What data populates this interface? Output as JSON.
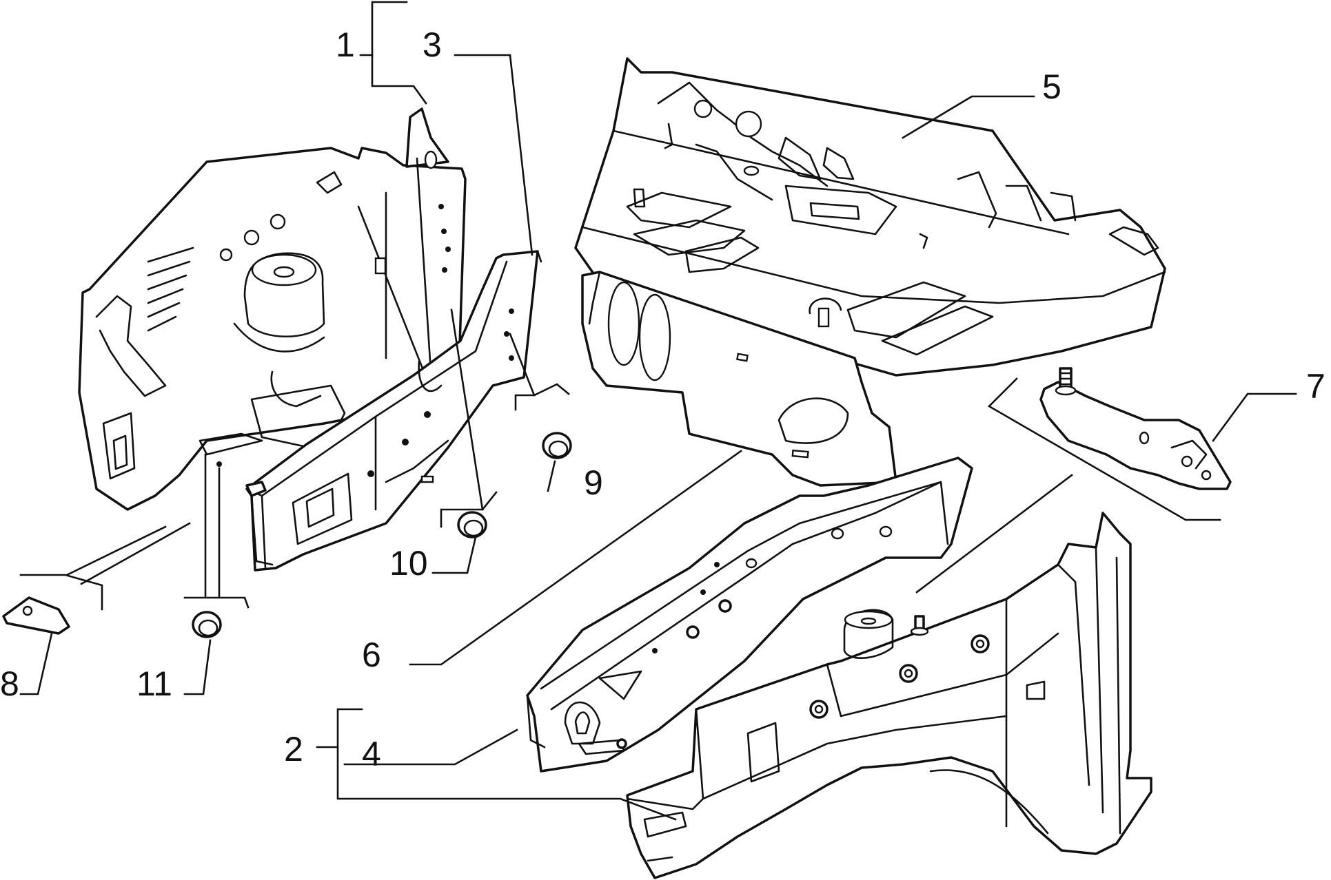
{
  "diagram": {
    "type": "exploded-parts-diagram",
    "colors": {
      "line": "#111111",
      "background": "#ffffff"
    },
    "callouts": [
      {
        "id": "c1",
        "label": "1"
      },
      {
        "id": "c2",
        "label": "2"
      },
      {
        "id": "c3",
        "label": "3"
      },
      {
        "id": "c4",
        "label": "4"
      },
      {
        "id": "c5",
        "label": "5"
      },
      {
        "id": "c6",
        "label": "6"
      },
      {
        "id": "c7",
        "label": "7"
      },
      {
        "id": "c8",
        "label": "8"
      },
      {
        "id": "c9",
        "label": "9"
      },
      {
        "id": "c10",
        "label": "10"
      },
      {
        "id": "c11",
        "label": "11"
      }
    ]
  }
}
